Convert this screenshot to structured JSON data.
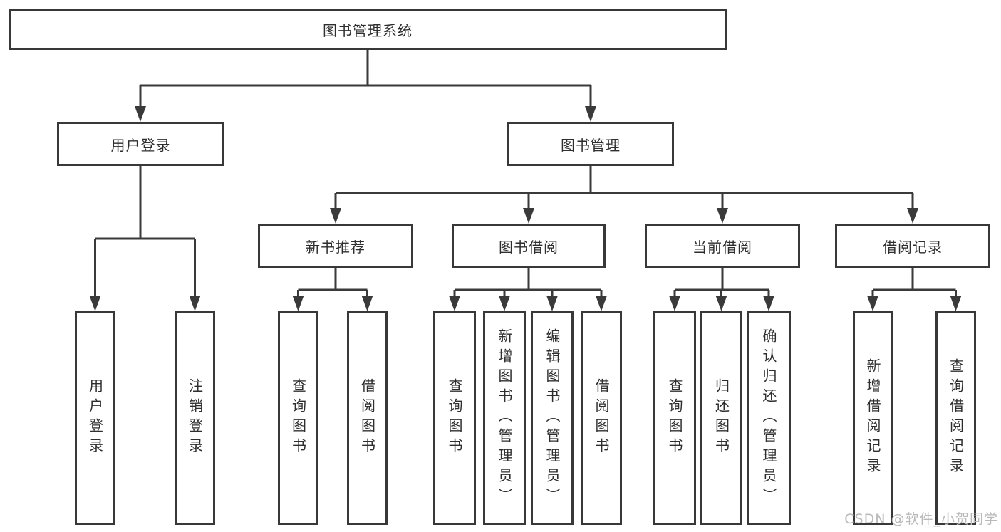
{
  "tree": {
    "label": "图书管理系统",
    "children": [
      {
        "label": "用户登录",
        "children": [
          {
            "label": "用户登录"
          },
          {
            "label": "注销登录"
          }
        ]
      },
      {
        "label": "图书管理",
        "children": [
          {
            "label": "新书推荐",
            "children": [
              {
                "label": "查询图书"
              },
              {
                "label": "借阅图书"
              }
            ]
          },
          {
            "label": "图书借阅",
            "children": [
              {
                "label": "查询图书"
              },
              {
                "label": "新增图书（管理员）"
              },
              {
                "label": "编辑图书（管理员）"
              },
              {
                "label": "借阅图书"
              }
            ]
          },
          {
            "label": "当前借阅",
            "children": [
              {
                "label": "查询图书"
              },
              {
                "label": "归还图书"
              },
              {
                "label": "确认归还（管理员）"
              }
            ]
          },
          {
            "label": "借阅记录",
            "children": [
              {
                "label": "新增借阅记录"
              },
              {
                "label": "查询借阅记录"
              }
            ]
          }
        ]
      }
    ]
  },
  "watermark": "CSDN @软件_小贺同学",
  "colors": {
    "line": "#3a3a3a",
    "box_border": "#383838",
    "text": "#2e2e2e",
    "watermark": "#b9b9b9",
    "background": "#ffffff"
  }
}
